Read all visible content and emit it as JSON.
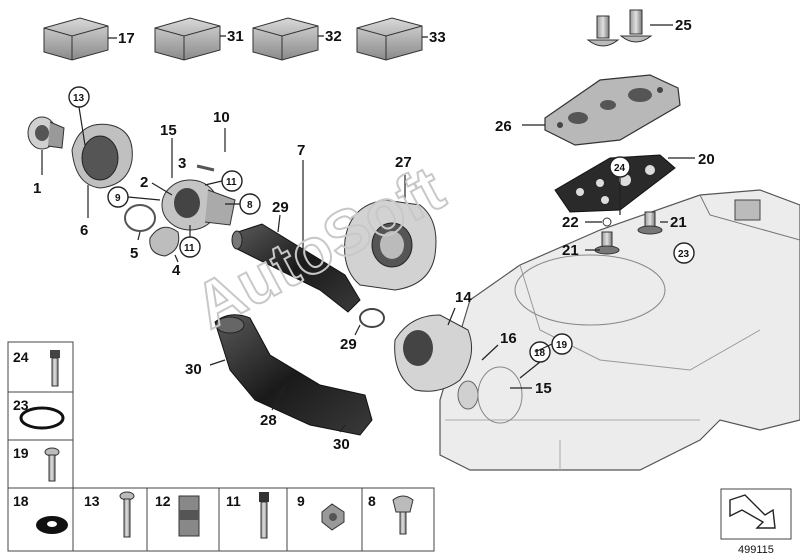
{
  "watermark": "AutoSoft",
  "diagram_number": "499115",
  "top_box_labels": [
    "17",
    "31",
    "32",
    "33"
  ],
  "top_screws_label": "25",
  "callouts": {
    "c1": "1",
    "c2": "2",
    "c3": "3",
    "c4": "4",
    "c5": "5",
    "c6": "6",
    "c7": "7",
    "c10": "10",
    "c14": "14",
    "c15a": "15",
    "c15b": "15",
    "c16": "16",
    "c20": "20",
    "c21a": "21",
    "c21b": "21",
    "c22": "22",
    "c26": "26",
    "c27": "27",
    "c28": "28",
    "c29a": "29",
    "c29b": "29",
    "c30a": "30",
    "c30b": "30"
  },
  "circled": {
    "k13": "13",
    "k9": "9",
    "k11a": "11",
    "k11b": "11",
    "k8": "8",
    "k24": "24",
    "k23": "23",
    "k18": "18",
    "k19": "19"
  },
  "parts_table": {
    "left_column": [
      "24",
      "23",
      "19"
    ],
    "bottom_row": [
      "18",
      "13",
      "12",
      "11",
      "9",
      "8"
    ]
  },
  "colors": {
    "part_fill": "#c9c9c9",
    "part_dark": "#222222",
    "tank_fill": "#ececec",
    "watermark": "#c8c8c8"
  }
}
